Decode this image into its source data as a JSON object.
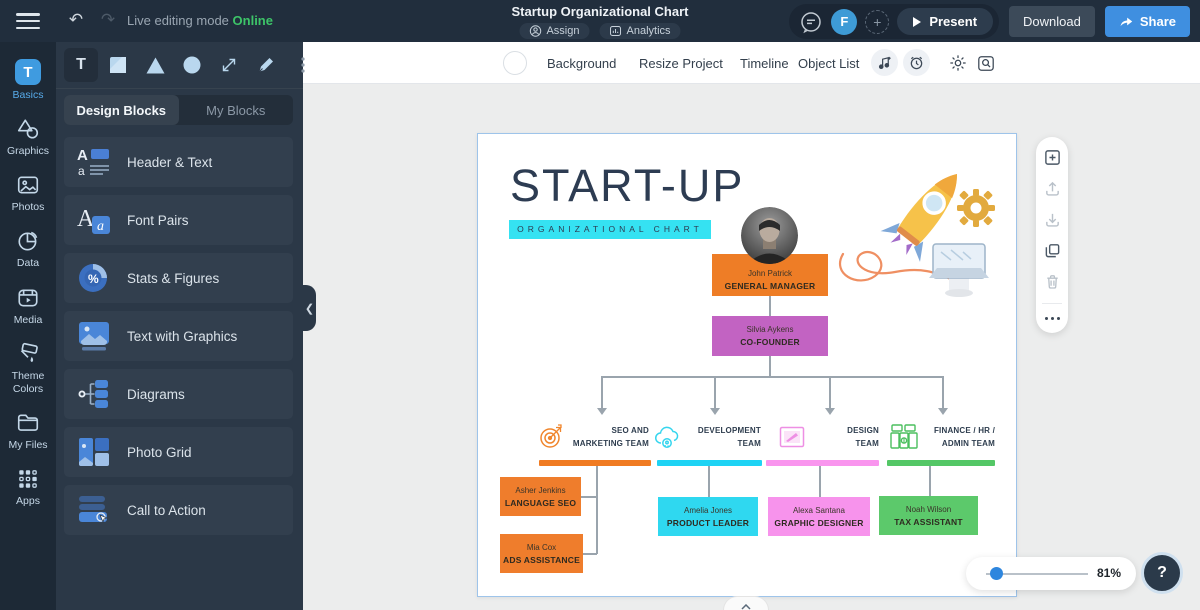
{
  "topbar": {
    "live_mode_label": "Live editing mode",
    "online_label": "Online",
    "title": "Startup Organizational Chart",
    "assign_label": "Assign",
    "analytics_label": "Analytics",
    "avatar_initial": "F",
    "present_label": "Present",
    "download_label": "Download",
    "share_label": "Share"
  },
  "sidebar": {
    "items": [
      {
        "label": "Basics"
      },
      {
        "label": "Graphics"
      },
      {
        "label": "Photos"
      },
      {
        "label": "Data"
      },
      {
        "label": "Media"
      },
      {
        "label": "Theme Colors"
      },
      {
        "label": "My Files"
      },
      {
        "label": "Apps"
      }
    ]
  },
  "panel": {
    "tabs": [
      {
        "label": "Design Blocks"
      },
      {
        "label": "My Blocks"
      }
    ],
    "blocks": [
      {
        "label": "Header & Text"
      },
      {
        "label": "Font Pairs"
      },
      {
        "label": "Stats & Figures"
      },
      {
        "label": "Text with Graphics"
      },
      {
        "label": "Diagrams"
      },
      {
        "label": "Photo Grid"
      },
      {
        "label": "Call to Action"
      }
    ]
  },
  "toolbar": {
    "background_label": "Background",
    "resize_label": "Resize Project",
    "timeline_label": "Timeline",
    "object_list_label": "Object List"
  },
  "chart": {
    "title": "START-UP",
    "subtitle": "ORGANIZATIONAL CHART",
    "subtitle_bg": "#35E2F2",
    "manager": {
      "name": "John Patrick",
      "role": "GENERAL MANAGER",
      "color": "#EE7D26"
    },
    "cofounder": {
      "name": "Silvia Aykens",
      "role": "CO-FOUNDER",
      "color": "#C263C2"
    },
    "teams": [
      {
        "line1": "SEO AND",
        "line2": "MARKETING TEAM",
        "color": "#F07B22"
      },
      {
        "line1": "DEVELOPMENT",
        "line2": "TEAM",
        "color": "#1ED3F4"
      },
      {
        "line1": "DESIGN",
        "line2": "TEAM",
        "color": "#F995EE"
      },
      {
        "line1": "FINANCE / HR /",
        "line2": "ADMIN TEAM",
        "color": "#54C766"
      }
    ],
    "members": [
      {
        "name": "Asher Jenkins",
        "role": "LANGUAGE SEO",
        "color": "#EF7D2C"
      },
      {
        "name": "Mia Cox",
        "role": "ADS ASSISTANCE",
        "color": "#EF7D2C"
      },
      {
        "name": "Amelia Jones",
        "role": "PRODUCT LEADER",
        "color": "#2FD8F0"
      },
      {
        "name": "Alexa Santana",
        "role": "GRAPHIC DESIGNER",
        "color": "#F793EC"
      },
      {
        "name": "Noah Wilson",
        "role": "TAX ASSISTANT",
        "color": "#5CC96B"
      }
    ]
  },
  "statusbar": {
    "zoom_value": "81%",
    "help_label": "?"
  }
}
